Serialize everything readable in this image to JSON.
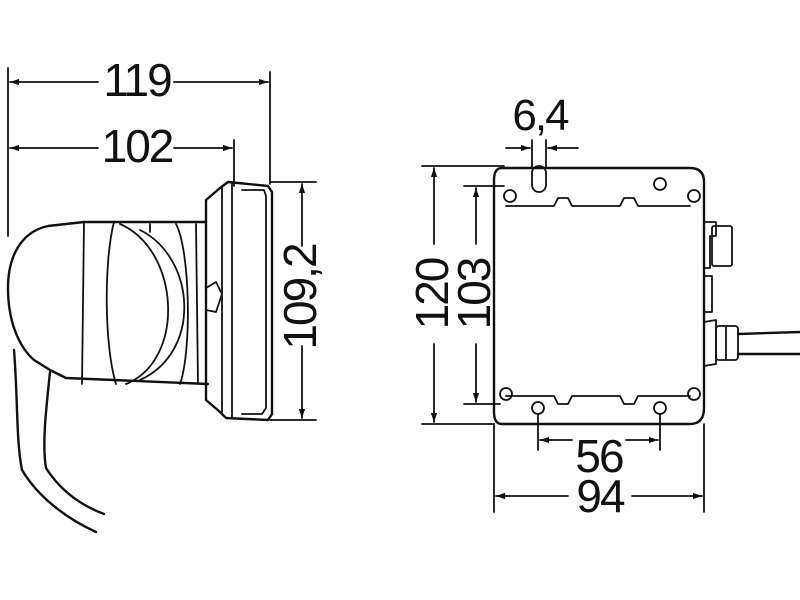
{
  "side_view": {
    "dim_overall_length": "119",
    "dim_housing_length": "102",
    "dim_lens_diameter": "109,2"
  },
  "front_view": {
    "dim_mount_slot": "6,4",
    "dim_overall_height": "120",
    "dim_hole_spacing_vertical": "103",
    "dim_hole_spacing_horizontal": "56",
    "dim_overall_width": "94"
  },
  "colors": {
    "ink": "#111111",
    "background": "#ffffff"
  }
}
